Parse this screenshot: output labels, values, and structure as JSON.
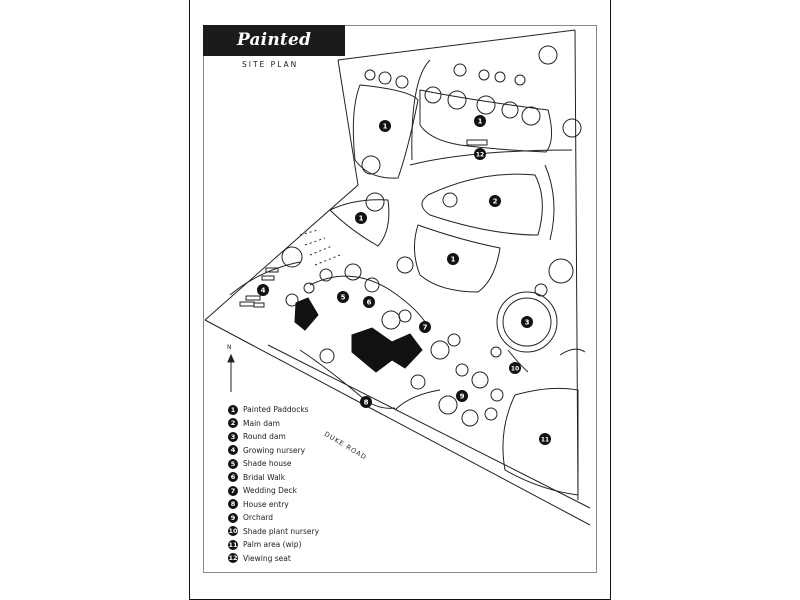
{
  "title": "Painted Paddocks",
  "subtitle": "SITE PLAN",
  "road_label": "DUKE ROAD",
  "north_label": "N",
  "map_markers": [
    {
      "num": "1"
    },
    {
      "num": "1"
    },
    {
      "num": "1"
    },
    {
      "num": "1"
    },
    {
      "num": "2"
    },
    {
      "num": "3"
    },
    {
      "num": "4"
    },
    {
      "num": "5"
    },
    {
      "num": "6"
    },
    {
      "num": "7"
    },
    {
      "num": "8"
    },
    {
      "num": "9"
    },
    {
      "num": "10"
    },
    {
      "num": "11"
    },
    {
      "num": "12"
    }
  ],
  "legend": [
    {
      "num": "1",
      "label": "Painted Paddocks"
    },
    {
      "num": "2",
      "label": "Main dam"
    },
    {
      "num": "3",
      "label": "Round dam"
    },
    {
      "num": "4",
      "label": "Growing nursery"
    },
    {
      "num": "5",
      "label": "Shade house"
    },
    {
      "num": "6",
      "label": "Bridal Walk"
    },
    {
      "num": "7",
      "label": "Wedding Deck"
    },
    {
      "num": "8",
      "label": "House entry"
    },
    {
      "num": "9",
      "label": "Orchard"
    },
    {
      "num": "10",
      "label": "Shade plant nursery"
    },
    {
      "num": "11",
      "label": "Palm area (wip)"
    },
    {
      "num": "12",
      "label": "Viewing seat"
    }
  ],
  "colors": {
    "ink": "#111111",
    "banner": "#1b1b1b",
    "paper": "#ffffff"
  }
}
